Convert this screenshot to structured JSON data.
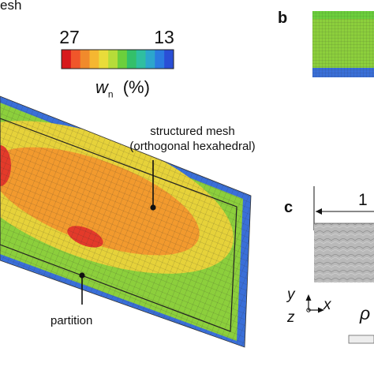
{
  "panel_a": {
    "header_fragment": "esh",
    "colorbar": {
      "max_label": "27",
      "min_label": "13",
      "quantity_symbol": "w",
      "quantity_subscript": "n",
      "quantity_unit": "(%)",
      "colors": [
        "#d7191c",
        "#f0562a",
        "#f08a2c",
        "#f5b731",
        "#e9dc3a",
        "#b6dc39",
        "#6ccf3c",
        "#33c06a",
        "#2fbfa0",
        "#2ca6cc",
        "#2b7be0",
        "#2a4fd6"
      ]
    },
    "callouts": {
      "structured_mesh_line1": "structured mesh",
      "structured_mesh_line2": "(orthogonal hexahedral)",
      "partition": "partition"
    },
    "mesh_colors": {
      "edge_blue": "#3a6fd8",
      "mid_green": "#8ccf3c",
      "yellow": "#e6d23a",
      "orange": "#f29a2e",
      "red": "#e33a2a"
    }
  },
  "panel_b": {
    "letter": "b"
  },
  "panel_c": {
    "letter": "c",
    "dimension_fragment": "1",
    "axes": {
      "y": "y",
      "x": "x",
      "z": "z"
    },
    "rho_fragment": "ρ"
  }
}
